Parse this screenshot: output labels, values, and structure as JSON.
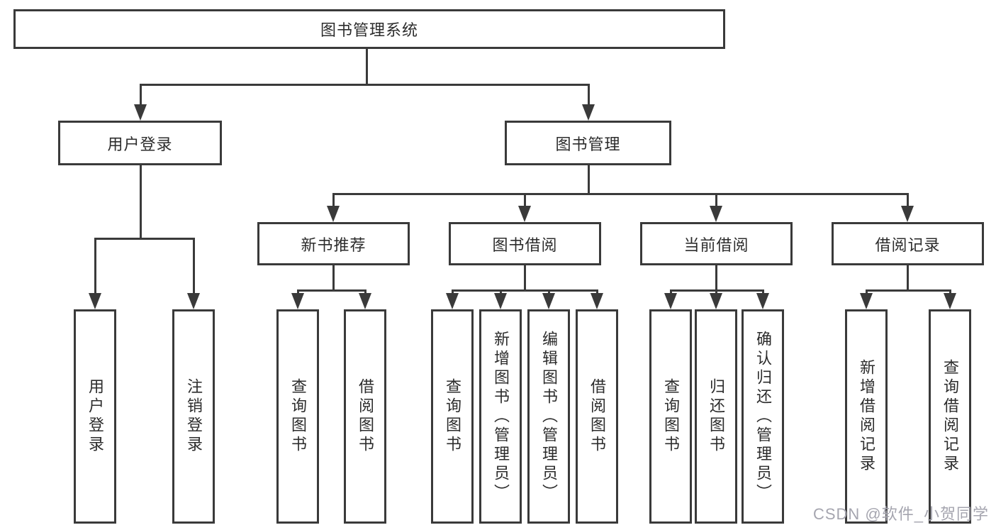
{
  "diagram": {
    "type": "hierarchy",
    "tree": {
      "label": "图书管理系统",
      "children": [
        {
          "label": "用户登录",
          "children": [
            {
              "label": "用户登录"
            },
            {
              "label": "注销登录"
            }
          ]
        },
        {
          "label": "图书管理",
          "children": [
            {
              "label": "新书推荐",
              "children": [
                {
                  "label": "查询图书"
                },
                {
                  "label": "借阅图书"
                }
              ]
            },
            {
              "label": "图书借阅",
              "children": [
                {
                  "label": "查询图书"
                },
                {
                  "label": "新增图书（管理员）"
                },
                {
                  "label": "编辑图书（管理员）"
                },
                {
                  "label": "借阅图书"
                }
              ]
            },
            {
              "label": "当前借阅",
              "children": [
                {
                  "label": "查询图书"
                },
                {
                  "label": "归还图书"
                },
                {
                  "label": "确认归还（管理员）"
                }
              ]
            },
            {
              "label": "借阅记录",
              "children": [
                {
                  "label": "新增借阅记录"
                },
                {
                  "label": "查询借阅记录"
                }
              ]
            }
          ]
        }
      ]
    }
  },
  "watermark": {
    "text": "CSDN @软件_小贺同学"
  },
  "colors": {
    "line": "#3a3a3a",
    "text": "#2c2c2c",
    "watermark": "#a5a5af",
    "background": "#ffffff"
  }
}
